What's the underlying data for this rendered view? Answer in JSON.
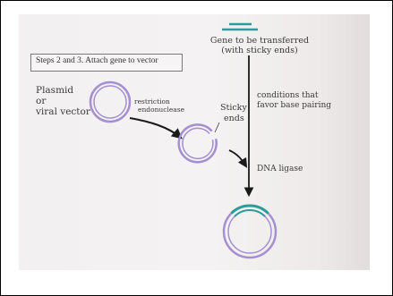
{
  "step_box": {
    "label": "Steps 2 and 3. Attach gene to vector"
  },
  "labels": {
    "gene_line1": "Gene to be transferred",
    "gene_line2": "(with sticky ends)",
    "plasmid_line1": "Plasmid",
    "plasmid_line2": "or",
    "plasmid_line3": "viral vector",
    "enzyme_line1": "restriction",
    "enzyme_line2": "endonuclease",
    "sticky_line1": "Sticky",
    "sticky_line2": "ends",
    "conditions_line1": "conditions that",
    "conditions_line2": "favor base pairing",
    "ligase": "DNA ligase"
  },
  "colors": {
    "plasmid": "#a48fcf",
    "gene": "#2e9b9b",
    "arrow": "#1a1a1a",
    "text": "#3a3a3a"
  }
}
